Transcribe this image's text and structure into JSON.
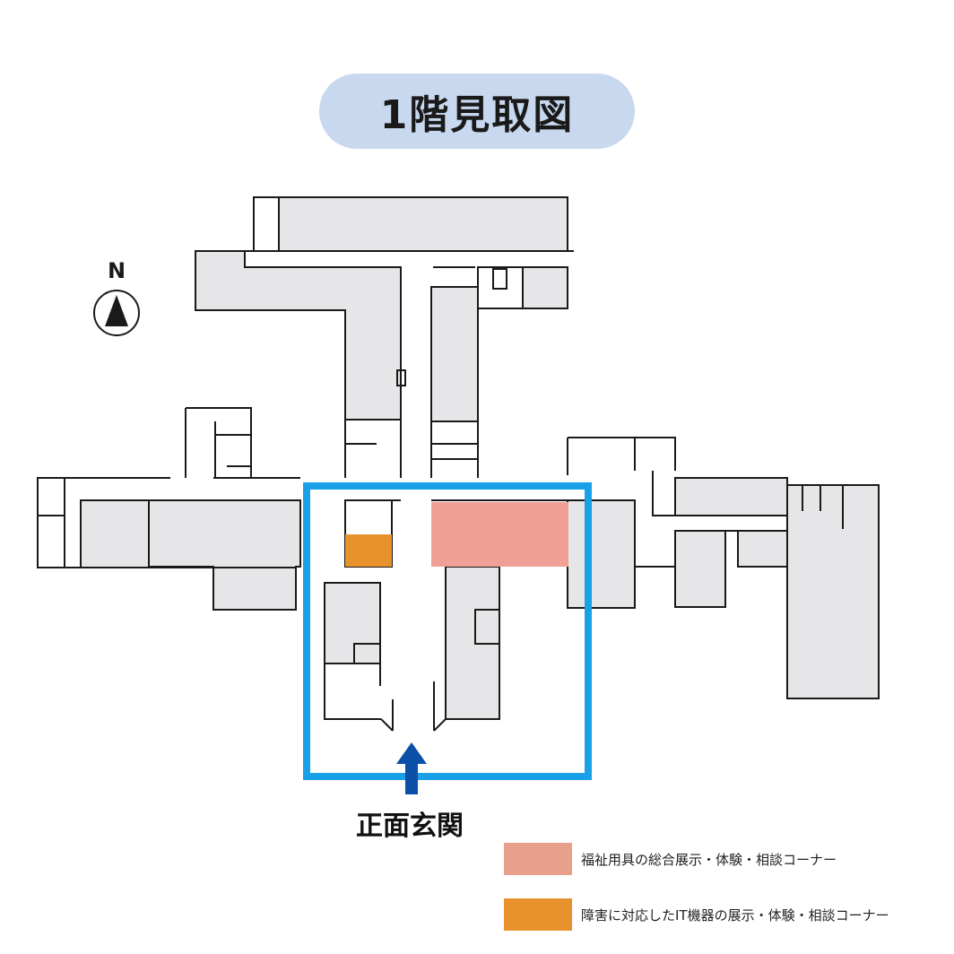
{
  "title": "1階見取図",
  "compass": {
    "label": "N"
  },
  "entrance": {
    "label": "正面玄関"
  },
  "highlight_color": "#1aa0e6",
  "arrow_color": "#0c4fa6",
  "legend": [
    {
      "label": "福祉用具の総合展示・体験・相談コーナー",
      "color": "#e8a08c"
    },
    {
      "label": "障害に対応したIT機器の展示・体験・相談コーナー",
      "color": "#e8922e"
    }
  ]
}
